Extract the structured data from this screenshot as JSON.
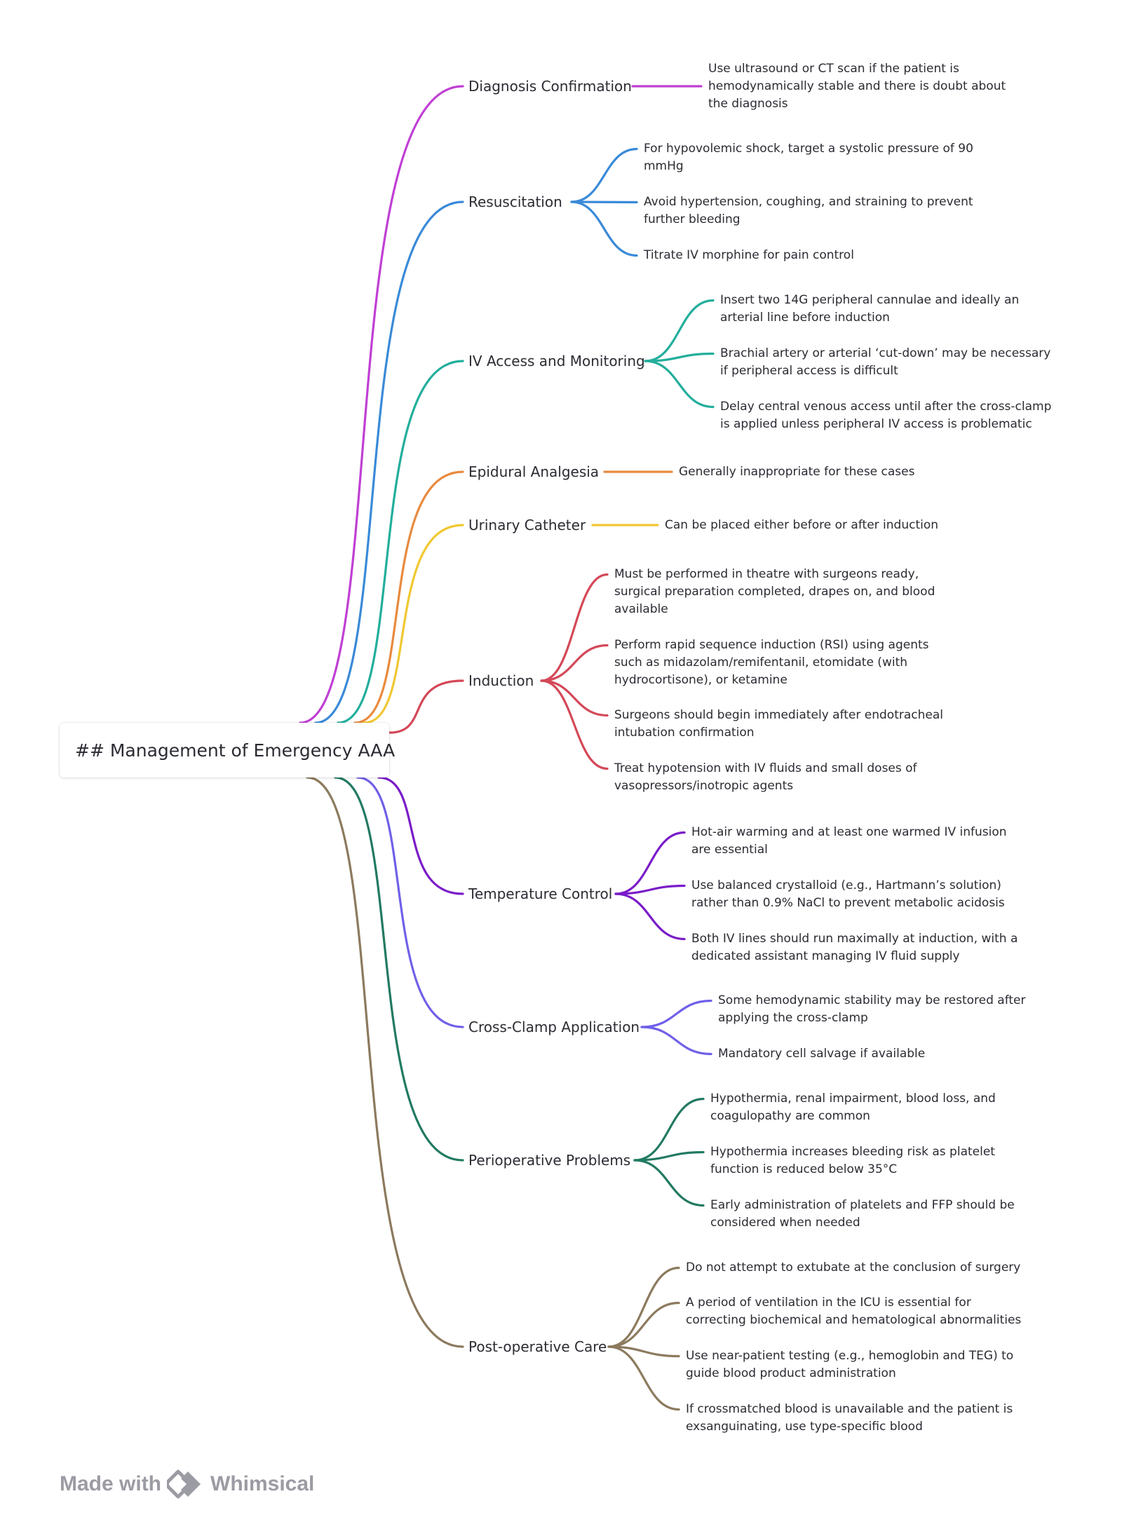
{
  "root": {
    "title": "## Management of Emergency AAA"
  },
  "branches": [
    {
      "label": "Diagnosis Confirmation",
      "color": "#c03fd4",
      "leaves": [
        "Use ultrasound or CT scan if the patient is hemodynamically stable and there is doubt about the diagnosis"
      ]
    },
    {
      "label": "Resuscitation",
      "color": "#3a8ad8",
      "leaves": [
        "For hypovolemic shock, target a systolic pressure of 90 mmHg",
        "Avoid hypertension, coughing, and straining to prevent further bleeding",
        "Titrate IV morphine for pain control"
      ]
    },
    {
      "label": "IV Access and Monitoring",
      "color": "#23ae9c",
      "leaves": [
        "Insert two 14G peripheral cannulae and ideally an arterial line before induction",
        "Brachial artery or arterial ‘cut-down’ may be necessary if peripheral access is difficult",
        "Delay central venous access until after the cross-clamp is applied unless peripheral IV access is problematic"
      ]
    },
    {
      "label": "Epidural Analgesia",
      "color": "#e88a3e",
      "leaves": [
        "Generally inappropriate for these cases"
      ]
    },
    {
      "label": "Urinary Catheter",
      "color": "#f0c830",
      "leaves": [
        "Can be placed either before or after induction"
      ]
    },
    {
      "label": "Induction",
      "color": "#d44858",
      "leaves": [
        "Must be performed in theatre with surgeons ready, surgical preparation completed, drapes on, and blood available",
        "Perform rapid sequence induction (RSI) using agents such as midazolam/remifentanil, etomidate (with hydrocortisone), or ketamine",
        "Surgeons should begin immediately after endotracheal intubation confirmation",
        "Treat hypotension with IV fluids and small doses of vasopressors/inotropic agents"
      ]
    },
    {
      "label": "Temperature Control",
      "color": "#7a1cc8",
      "leaves": [
        "Hot-air warming and at least one warmed IV infusion are essential",
        "Use balanced crystalloid (e.g., Hartmann’s solution) rather than 0.9% NaCl to prevent metabolic acidosis",
        "Both IV lines should run maximally at induction, with a dedicated assistant managing IV fluid supply"
      ]
    },
    {
      "label": "Cross-Clamp Application",
      "color": "#7060e8",
      "leaves": [
        "Some hemodynamic stability may be restored after applying the cross-clamp",
        "Mandatory cell salvage if available"
      ]
    },
    {
      "label": "Perioperative Problems",
      "color": "#227a62",
      "leaves": [
        "Hypothermia, renal impairment, blood loss, and coagulopathy are common",
        "Hypothermia increases bleeding risk as platelet function is reduced below 35°C",
        "Early administration of platelets and FFP should be considered when needed"
      ]
    },
    {
      "label": "Post-operative Care",
      "color": "#8c7a5e",
      "leaves": [
        "Do not attempt to extubate at the conclusion of surgery",
        "A period of ventilation in the ICU is essential for correcting biochemical and hematological abnormalities",
        "Use near-patient testing (e.g., hemoglobin and TEG) to guide blood product administration",
        "If crossmatched blood is unavailable and the patient is exsanguinating, use type-specific blood"
      ]
    }
  ],
  "footer": {
    "made_with": "Made with",
    "brand": "Whimsical",
    "logo_icon": "whimsical-logo-icon"
  }
}
